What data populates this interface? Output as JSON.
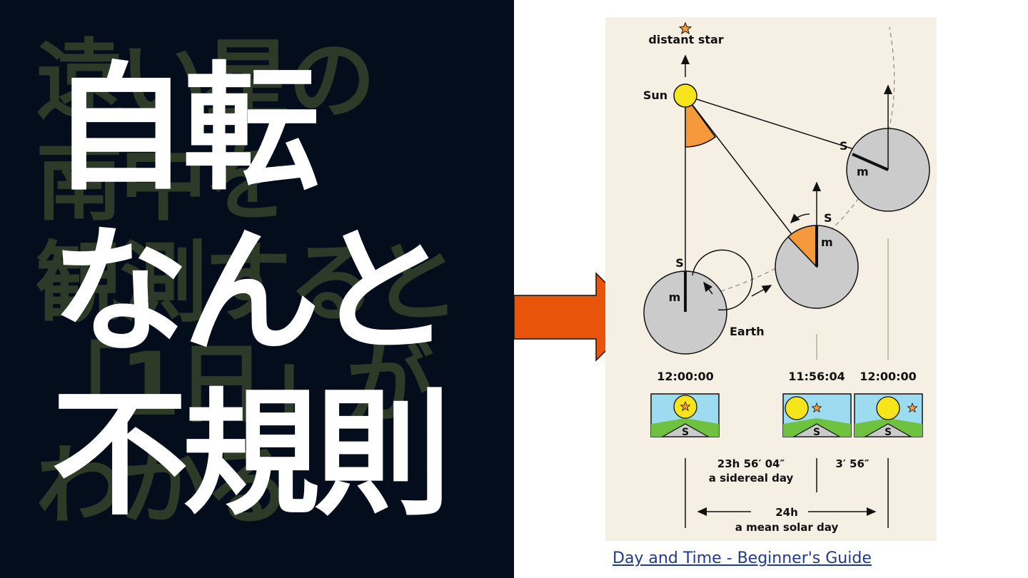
{
  "slide": {
    "background_title": [
      "遠い星の",
      "南中を",
      "観測すると",
      "「1日」が",
      "わかる"
    ],
    "main_title": [
      "自転",
      "なんと",
      "不規則"
    ],
    "colors": {
      "panel": "#040d1b",
      "arrow": "#e8540a",
      "diagram_bg": "#f5efe4"
    }
  },
  "diagram": {
    "distant_star": "distant star",
    "sun": "Sun",
    "earth": "Earth",
    "s": "S",
    "m": "m",
    "times": [
      "12:00:00",
      "11:56:04",
      "12:00:00"
    ],
    "sidereal_duration": "23h 56′ 04″",
    "sidereal_label": "a sidereal day",
    "diff_duration": "3′ 56″",
    "solar_duration": "24h",
    "solar_label": "a mean solar day"
  },
  "caption": {
    "link_text": "Day and Time - Beginner's Guide"
  }
}
